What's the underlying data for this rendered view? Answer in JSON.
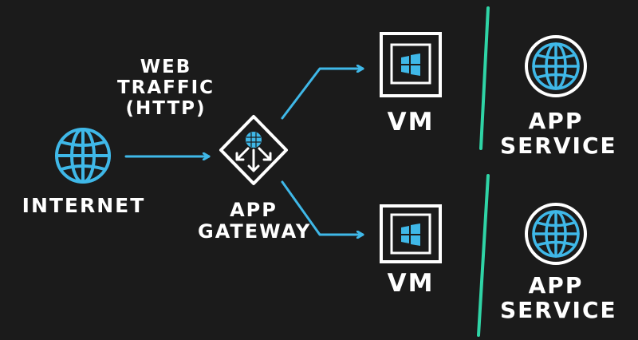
{
  "colors": {
    "background": "#1b1b1b",
    "stroke": "#ffffff",
    "accent": "#3fb8e8",
    "divider": "#2fd4a6"
  },
  "nodes": {
    "internet": {
      "icon": "globe-icon",
      "label": "INTERNET"
    },
    "app_gateway": {
      "icon": "app-gateway-icon",
      "label_lines": [
        "APP",
        "GATEWAY"
      ]
    },
    "vm_top": {
      "icon": "vm-window-icon",
      "label": "VM"
    },
    "vm_bottom": {
      "icon": "vm-window-icon",
      "label": "VM"
    },
    "app_service_top": {
      "icon": "globe-icon",
      "label_lines": [
        "APP",
        "SERVICE"
      ]
    },
    "app_service_bottom": {
      "icon": "globe-icon",
      "label_lines": [
        "APP",
        "SERVICE"
      ]
    }
  },
  "edges": {
    "traffic_label_lines": [
      "WEB",
      "TRAFFIC",
      "(HTTP)"
    ]
  }
}
